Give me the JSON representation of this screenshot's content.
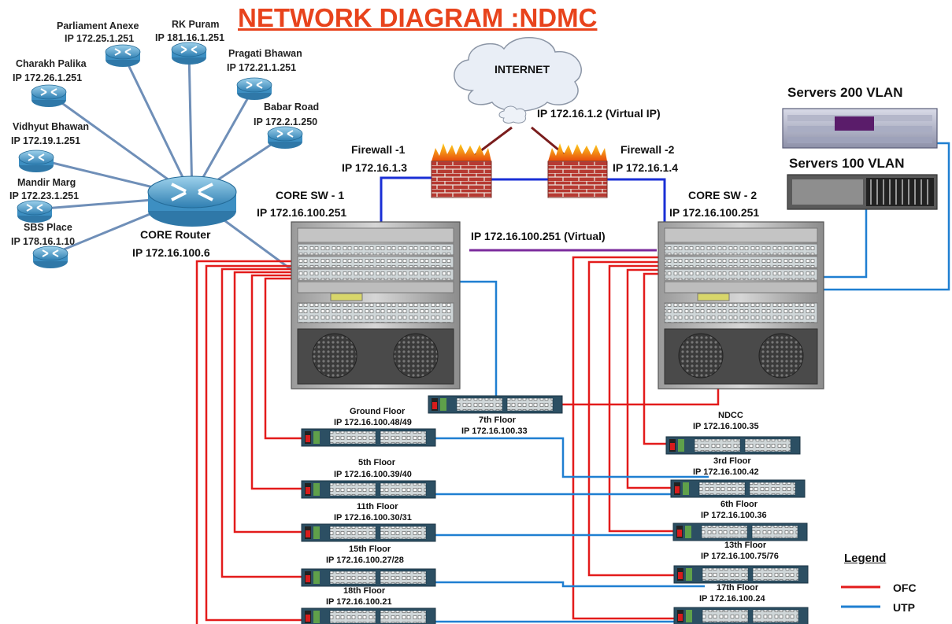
{
  "title": "NETWORK DIAGRAM :NDMC",
  "internet": {
    "label": "INTERNET",
    "vip": "IP 172.16.1.2 (Virtual IP)"
  },
  "firewalls": [
    {
      "name": "Firewall -1",
      "ip": "IP 172.16.1.3"
    },
    {
      "name": "Firewall -2",
      "ip": "IP 172.16.1.4"
    }
  ],
  "core_switches": [
    {
      "name": "CORE SW - 1",
      "ip": "IP 172.16.100.251"
    },
    {
      "name": "CORE SW - 2",
      "ip": "IP 172.16.100.251"
    }
  ],
  "core_virtual": "IP 172.16.100.251 (Virtual)",
  "core_router": {
    "name": "CORE Router",
    "ip": "IP 172.16.100.6"
  },
  "servers": {
    "vlan200": "Servers 200 VLAN",
    "vlan100": "Servers 100 VLAN"
  },
  "remote_sites": [
    {
      "name": "Parliament Anexe",
      "ip": "IP 172.25.1.251"
    },
    {
      "name": "RK Puram",
      "ip": "IP 181.16.1.251"
    },
    {
      "name": "Pragati Bhawan",
      "ip": "IP 172.21.1.251"
    },
    {
      "name": "Babar Road",
      "ip": "IP 172.2.1.250"
    },
    {
      "name": "Charakh Palika",
      "ip": "IP 172.26.1.251"
    },
    {
      "name": "Vidhyut Bhawan",
      "ip": "IP 172.19.1.251"
    },
    {
      "name": "Mandir Marg",
      "ip": "IP 172.23.1.251"
    },
    {
      "name": "SBS Place",
      "ip": "IP 178.16.1.10"
    }
  ],
  "floor_switches": [
    {
      "name": "7th Floor",
      "ip": "IP 172.16.100.33"
    },
    {
      "name": "Ground Floor",
      "ip": "IP 172.16.100.48/49"
    },
    {
      "name": "5th Floor",
      "ip": "IP 172.16.100.39/40"
    },
    {
      "name": "11th Floor",
      "ip": "IP 172.16.100.30/31"
    },
    {
      "name": "15th Floor",
      "ip": "IP 172.16.100.27/28"
    },
    {
      "name": "18th Floor",
      "ip": "IP 172.16.100.21"
    },
    {
      "name": "NDCC",
      "ip": "IP 172.16.100.35"
    },
    {
      "name": "3rd Floor",
      "ip": "IP 172.16.100.42"
    },
    {
      "name": "6th Floor",
      "ip": "IP 172.16.100.36"
    },
    {
      "name": "13th Floor",
      "ip": "IP 172.16.100.75/76"
    },
    {
      "name": "17th Floor",
      "ip": "IP 172.16.100.24"
    }
  ],
  "legend": {
    "title": "Legend",
    "items": [
      {
        "label": "OFC",
        "color": "#e31b1b"
      },
      {
        "label": "UTP",
        "color": "#1f7fd1"
      }
    ]
  },
  "colors": {
    "title": "#e8431c",
    "ofc": "#e31b1b",
    "utp": "#1f7fd1",
    "core_link": "#1a2fd6",
    "wan": "#6f8fb8",
    "virtual": "#7b2b9c",
    "internet_link": "#7a1d1d"
  }
}
